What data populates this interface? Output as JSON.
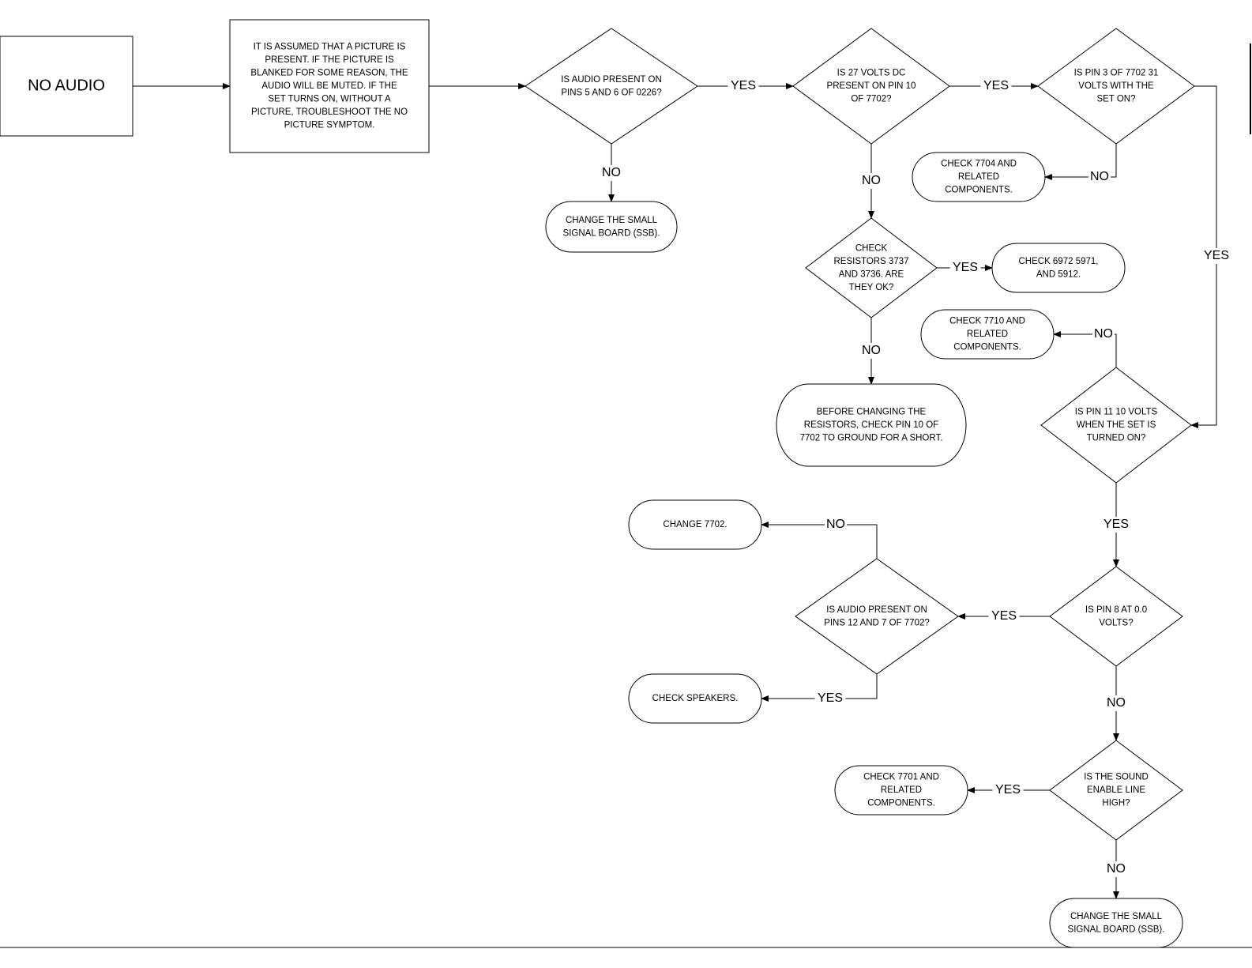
{
  "nodes": {
    "no_audio": {
      "lines": [
        "NO AUDIO"
      ]
    },
    "assumption": {
      "lines": [
        "IT IS ASSUMED THAT A PICTURE IS",
        "PRESENT.  IF THE PICTURE IS",
        "BLANKED FOR SOME REASON, THE",
        "AUDIO WILL BE MUTED.  IF THE",
        "SET TURNS ON, WITHOUT A",
        "PICTURE, TROUBLESHOOT THE NO",
        "PICTURE SYMPTOM."
      ]
    },
    "q_audio_0226": {
      "lines": [
        "IS AUDIO PRESENT ON",
        "PINS 5 AND 6 OF 0226?"
      ]
    },
    "change_ssb_1": {
      "lines": [
        "CHANGE THE SMALL",
        "SIGNAL BOARD (SSB)."
      ]
    },
    "q_27v": {
      "lines": [
        "IS 27 VOLTS DC",
        "PRESENT ON PIN 10",
        "OF 7702?"
      ]
    },
    "q_pin3": {
      "lines": [
        "IS PIN 3 OF 7702 31",
        "VOLTS WITH THE",
        "SET ON?"
      ]
    },
    "check_7704": {
      "lines": [
        "CHECK 7704 AND",
        "RELATED",
        "COMPONENTS."
      ]
    },
    "q_resistors": {
      "lines": [
        "CHECK",
        "RESISTORS 3737",
        "AND 3736.  ARE",
        "THEY OK?"
      ]
    },
    "check_6972": {
      "lines": [
        "CHECK 6972  5971,",
        "AND 5912."
      ]
    },
    "check_7710": {
      "lines": [
        "CHECK 7710 AND",
        "RELATED",
        "COMPONENTS."
      ]
    },
    "before_changing": {
      "lines": [
        "BEFORE CHANGING THE",
        "RESISTORS, CHECK PIN 10 OF",
        "7702 TO GROUND FOR A SHORT."
      ]
    },
    "q_pin11": {
      "lines": [
        "IS PIN 11 10 VOLTS",
        "WHEN THE SET IS",
        "TURNED ON?"
      ]
    },
    "change_7702": {
      "lines": [
        "CHANGE 7702."
      ]
    },
    "q_audio_7702": {
      "lines": [
        "IS AUDIO PRESENT ON",
        "PINS 12 AND 7 OF 7702?"
      ]
    },
    "q_pin8": {
      "lines": [
        "IS PIN 8 AT 0.0",
        "VOLTS?"
      ]
    },
    "check_speakers": {
      "lines": [
        "CHECK SPEAKERS."
      ]
    },
    "check_7701": {
      "lines": [
        "CHECK 7701 AND",
        "RELATED",
        "COMPONENTS."
      ]
    },
    "q_sound_enable": {
      "lines": [
        "IS THE SOUND",
        "ENABLE LINE",
        "HIGH?"
      ]
    },
    "change_ssb_2": {
      "lines": [
        "CHANGE THE SMALL",
        "SIGNAL BOARD (SSB)."
      ]
    }
  },
  "edges": [
    {
      "from": "no_audio",
      "to": "assumption",
      "label": ""
    },
    {
      "from": "assumption",
      "to": "q_audio_0226",
      "label": ""
    },
    {
      "from": "q_audio_0226",
      "to": "q_27v",
      "label": "YES"
    },
    {
      "from": "q_audio_0226",
      "to": "change_ssb_1",
      "label": "NO"
    },
    {
      "from": "q_27v",
      "to": "q_pin3",
      "label": "YES"
    },
    {
      "from": "q_27v",
      "to": "q_resistors",
      "label": "NO"
    },
    {
      "from": "q_pin3",
      "to": "check_7704",
      "label": "NO"
    },
    {
      "from": "q_pin3",
      "to": "q_pin11",
      "label": "YES"
    },
    {
      "from": "q_resistors",
      "to": "check_6972",
      "label": "YES"
    },
    {
      "from": "q_resistors",
      "to": "before_changing",
      "label": "NO"
    },
    {
      "from": "q_pin11",
      "to": "check_7710",
      "label": "NO"
    },
    {
      "from": "q_pin11",
      "to": "q_pin8",
      "label": "YES"
    },
    {
      "from": "q_pin8",
      "to": "q_audio_7702",
      "label": "YES"
    },
    {
      "from": "q_pin8",
      "to": "q_sound_enable",
      "label": "NO"
    },
    {
      "from": "q_audio_7702",
      "to": "change_7702",
      "label": "NO"
    },
    {
      "from": "q_audio_7702",
      "to": "check_speakers",
      "label": "YES"
    },
    {
      "from": "q_sound_enable",
      "to": "check_7701",
      "label": "YES"
    },
    {
      "from": "q_sound_enable",
      "to": "change_ssb_2",
      "label": "NO"
    }
  ]
}
